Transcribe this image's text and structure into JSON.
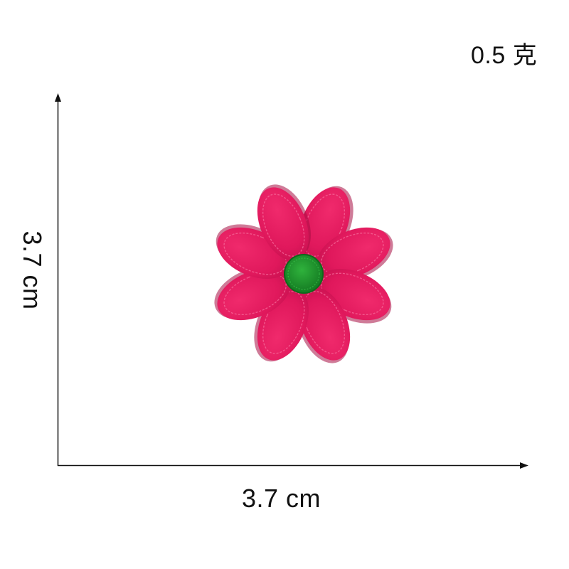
{
  "labels": {
    "weight": "0.5 克",
    "width": "3.7 cm",
    "height": "3.7 cm"
  },
  "subject": {
    "petal_count": 8
  },
  "colors": {
    "background": "#ffffff",
    "petal": "#e0185c",
    "petal_shadow": "#a80f44",
    "petal_stitch": "#f56a9a",
    "center": "#1f9a2e",
    "center_dark": "#0f6a1c",
    "axis": "#111111",
    "text": "#111111"
  }
}
